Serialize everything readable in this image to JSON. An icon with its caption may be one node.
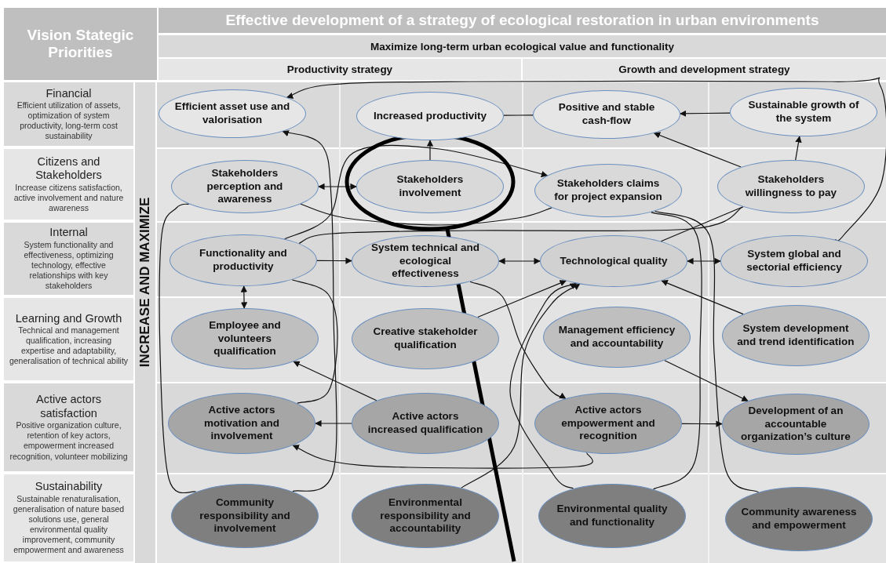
{
  "diagram": {
    "title": "Effective development of a strategy of ecological restoration in urban environments",
    "nodes": [
      {
        "text": [
          "Efficient asset use and valorisation"
        ]
      },
      {
        "text": [
          "Increased productivity"
        ]
      },
      {
        "text": [
          "Positive and stable cash-flow"
        ]
      },
      {
        "text": [
          "Sustainable growth of the system"
        ]
      },
      {
        "text": [
          "Stakeholders perception and awareness"
        ]
      },
      {
        "text": [
          "Stakeholders involvement"
        ]
      },
      {
        "text": [
          "Stakeholders claims for project expansion"
        ]
      },
      {
        "text": [
          "Stakeholders willingness to pay"
        ]
      },
      {
        "text": [
          "Functionality and productivity"
        ]
      },
      {
        "text": [
          "System technical and ecological effectiveness"
        ]
      },
      {
        "text": [
          "Technological quality"
        ]
      },
      {
        "text": [
          "System global and sectorial efficiency"
        ]
      },
      {
        "text": [
          "Employee and volunteers qualification"
        ]
      },
      {
        "text": [
          "Creative stakeholder qualification"
        ]
      },
      {
        "text": [
          "Management efficiency and accountability"
        ]
      },
      {
        "text": [
          "System development and trend identification"
        ]
      },
      {
        "text": [
          "Active actors motivation and involvement"
        ]
      },
      {
        "text": [
          "Active actors increased qualification"
        ]
      },
      {
        "text": [
          "Active actors empowerment and recognition"
        ]
      },
      {
        "text": [
          "Development of an accountable organization’s culture"
        ]
      },
      {
        "text": [
          "Community responsibility and involvement"
        ]
      },
      {
        "text": [
          "Environmental responsibility and accountability"
        ]
      },
      {
        "text": [
          "Environmental quality and functionality"
        ]
      },
      {
        "text": [
          "Community awareness and empowerment"
        ]
      }
    ],
    "edges": [
      {
        "from": 11,
        "to": 0,
        "arrow": "to"
      },
      {
        "from": 1,
        "to": 2,
        "arrow": "none"
      },
      {
        "from": 3,
        "to": 2,
        "arrow": "to"
      },
      {
        "from": 7,
        "to": 3,
        "arrow": "to"
      },
      {
        "from": 7,
        "to": 2,
        "arrow": "to"
      },
      {
        "from": 5,
        "to": 1,
        "arrow": "to"
      },
      {
        "from": 4,
        "to": 5,
        "arrow": "both"
      },
      {
        "from": 8,
        "to": 6,
        "arrow": "to"
      },
      {
        "from": 20,
        "to": 0,
        "arrow": "to"
      },
      {
        "from": 4,
        "to": 6,
        "arrow": "none"
      },
      {
        "from": 8,
        "to": 7,
        "arrow": "none"
      },
      {
        "from": 10,
        "to": 7,
        "arrow": "none"
      },
      {
        "from": 6,
        "to": 22,
        "arrow": "none"
      },
      {
        "from": 6,
        "to": 23,
        "arrow": "none"
      },
      {
        "from": 8,
        "to": 9,
        "arrow": "to"
      },
      {
        "from": 8,
        "to": 12,
        "arrow": "both"
      },
      {
        "from": 9,
        "to": 10,
        "arrow": "both"
      },
      {
        "from": 10,
        "to": 11,
        "arrow": "both"
      },
      {
        "from": 15,
        "to": 10,
        "arrow": "to"
      },
      {
        "from": 13,
        "to": 10,
        "arrow": "to"
      },
      {
        "from": 21,
        "to": 10,
        "arrow": "to"
      },
      {
        "from": 22,
        "to": 10,
        "arrow": "to"
      },
      {
        "from": 9,
        "to": 18,
        "arrow": "to"
      },
      {
        "from": 14,
        "to": 19,
        "arrow": "to"
      },
      {
        "from": 18,
        "to": 19,
        "arrow": "to"
      },
      {
        "from": 18,
        "to": 16,
        "arrow": "to"
      },
      {
        "from": 17,
        "to": 16,
        "arrow": "to"
      },
      {
        "from": 17,
        "to": 12,
        "arrow": "to"
      },
      {
        "from": 16,
        "to": 8,
        "arrow": "none"
      },
      {
        "from": 20,
        "to": 4,
        "arrow": "none"
      }
    ],
    "labels": [
      "Vision Stategic Priorities",
      "Maximize long-term urban ecological value and functionality",
      "Productivity strategy",
      "Growth and development strategy",
      "Financial",
      "Efficient utilization of assets, optimization of system productivity, long-term cost sustainability",
      "Citizens and Stakeholders",
      "Increase citizens satisfaction, active involvement and nature awareness",
      "Internal",
      "System functionality and effectiveness, optimizing technology, effective relationships with key stakeholders",
      "Learning and Growth",
      "Technical and management qualification, increasing expertise and adaptability, generalisation of technical ability",
      "Active actors satisfaction",
      "Positive organization culture, retention of key actors, empowerment increased recognition, volunteer mobilizing",
      "Sustainability",
      "Sustainable renaturalisation, generalisation of nature based solutions use, general environmental quality improvement, community empowerment and awareness",
      "INCREASE AND MAXIMIZE"
    ]
  }
}
